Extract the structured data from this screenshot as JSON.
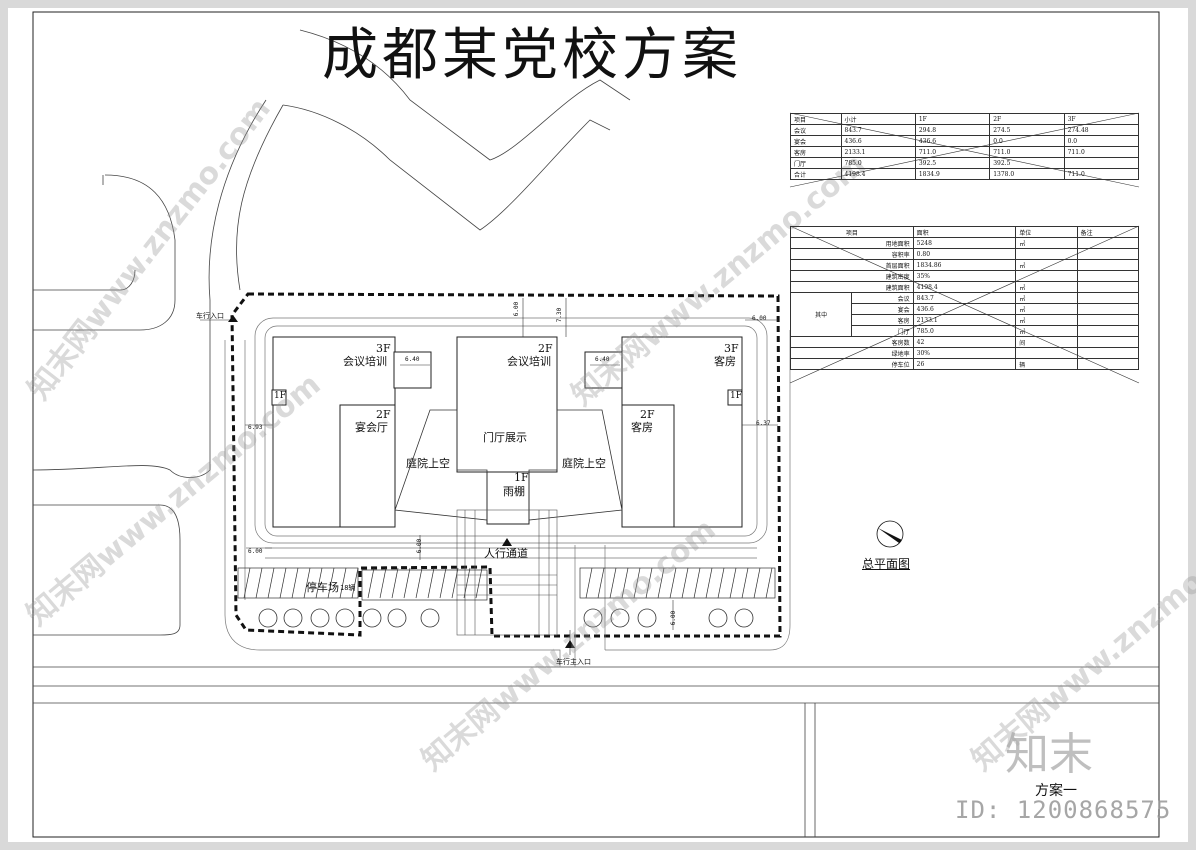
{
  "title": "成都某党校方案",
  "plan_label": "总平面图",
  "scheme_label": "方案一",
  "buildings": {
    "left_floors": "3F",
    "left_name": "会议培训",
    "center_floors": "2F",
    "center_name": "会议培训",
    "right_floors": "3F",
    "right_name": "客房",
    "left_low_floors": "2F",
    "left_low_name": "宴会厅",
    "right_low_floors": "2F",
    "right_low_name": "客房",
    "lobby": "门厅展示",
    "canopy_floors": "1F",
    "canopy_name": "雨棚",
    "court_left": "庭院上空",
    "court_right": "庭院上空",
    "left_1f": "1F",
    "right_1f": "1F"
  },
  "site": {
    "car_entry_label": "车行入口",
    "main_entry_label": "车行主入口",
    "pedestrian_label": "人行通道",
    "parking_label": "停车场",
    "parking_count": "18辆"
  },
  "dimensions": {
    "d_6_40_left": "6.40",
    "d_6_40_right": "6.40",
    "d_6_00_top": "6.00",
    "d_7_30": "7.30",
    "d_6_00_right": "6.00",
    "d_6_93": "6.93",
    "d_6_37": "6.37",
    "d_6_00_bottom": "6.00",
    "d_6_00_mid": "6.00",
    "d_6_00_park": "6.00"
  },
  "area_table": {
    "header": [
      "项目",
      "小计",
      "1F",
      "2F",
      "3F"
    ],
    "rows": [
      [
        "会议",
        "843.7",
        "294.8",
        "274.5",
        "274.48"
      ],
      [
        "宴会",
        "436.6",
        "436.6",
        "0.0",
        "0.0"
      ],
      [
        "客房",
        "2133.1",
        "711.0",
        "711.0",
        "711.0"
      ],
      [
        "门厅",
        "785.0",
        "392.5",
        "392.5",
        ""
      ],
      [
        "合计",
        "4198.4",
        "1834.9",
        "1378.0",
        "711.0"
      ]
    ]
  },
  "index_table": {
    "header": [
      "项目",
      "面积",
      "单位",
      "备注"
    ],
    "rows": [
      [
        "用地面积",
        "5248",
        "㎡",
        ""
      ],
      [
        "容积率",
        "0.80",
        "",
        ""
      ],
      [
        "首层面积",
        "1834.86",
        "㎡",
        ""
      ],
      [
        "建筑密度",
        "35%",
        "",
        ""
      ],
      [
        "建筑面积",
        "4198.4",
        "㎡",
        ""
      ]
    ],
    "group_label": "其中",
    "group_rows": [
      [
        "会议",
        "843.7",
        "㎡"
      ],
      [
        "宴会",
        "436.6",
        "㎡"
      ],
      [
        "客房",
        "2133.1",
        "㎡"
      ],
      [
        "门厅",
        "785.0",
        "㎡"
      ]
    ],
    "tail_rows": [
      [
        "客房数",
        "42",
        "间",
        ""
      ],
      [
        "绿地率",
        "30%",
        "",
        ""
      ],
      [
        "停车位",
        "26",
        "辆",
        ""
      ]
    ]
  },
  "watermarks": {
    "site_text": "知末网www.znzmo.com",
    "brand": "知末",
    "id": "ID: 1200868575"
  },
  "colors": {
    "paper": "#ffffff",
    "background": "#d9d9d9",
    "line": "#222222"
  }
}
